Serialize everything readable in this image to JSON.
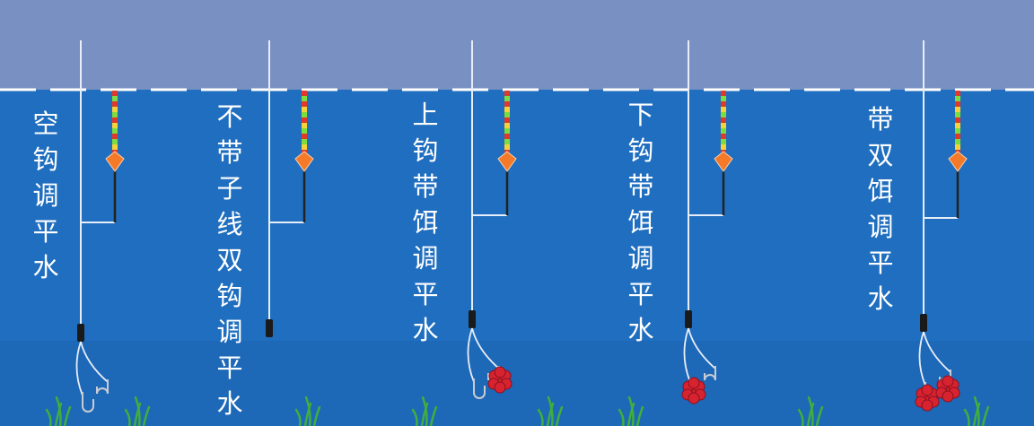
{
  "colors": {
    "air": "#7990c2",
    "water": "#1f6ebf",
    "water_deep": "#1b62b0",
    "waterline": "#ffffff",
    "line": "#e8eef8",
    "float_orange": "#f47a2a",
    "float_green": "#7fdc3c",
    "float_red": "#e0392b",
    "bait": "#d6232f",
    "weed": "#3fae3f"
  },
  "panels": [
    {
      "label": "空钩调平水",
      "hooks": 2,
      "baits": 0,
      "sinker": true
    },
    {
      "label": "不带子线双钩调平水",
      "hooks": 0,
      "baits": 0,
      "sinker": true
    },
    {
      "label": "上钩带饵调平水",
      "hooks": 2,
      "baits": 1,
      "bait_on": "lower-left",
      "sinker": true
    },
    {
      "label": "下钩带饵调平水",
      "hooks": 2,
      "baits": 1,
      "bait_on": "left",
      "sinker": true
    },
    {
      "label": "带双饵调平水",
      "hooks": 2,
      "baits": 2,
      "sinker": true
    }
  ]
}
